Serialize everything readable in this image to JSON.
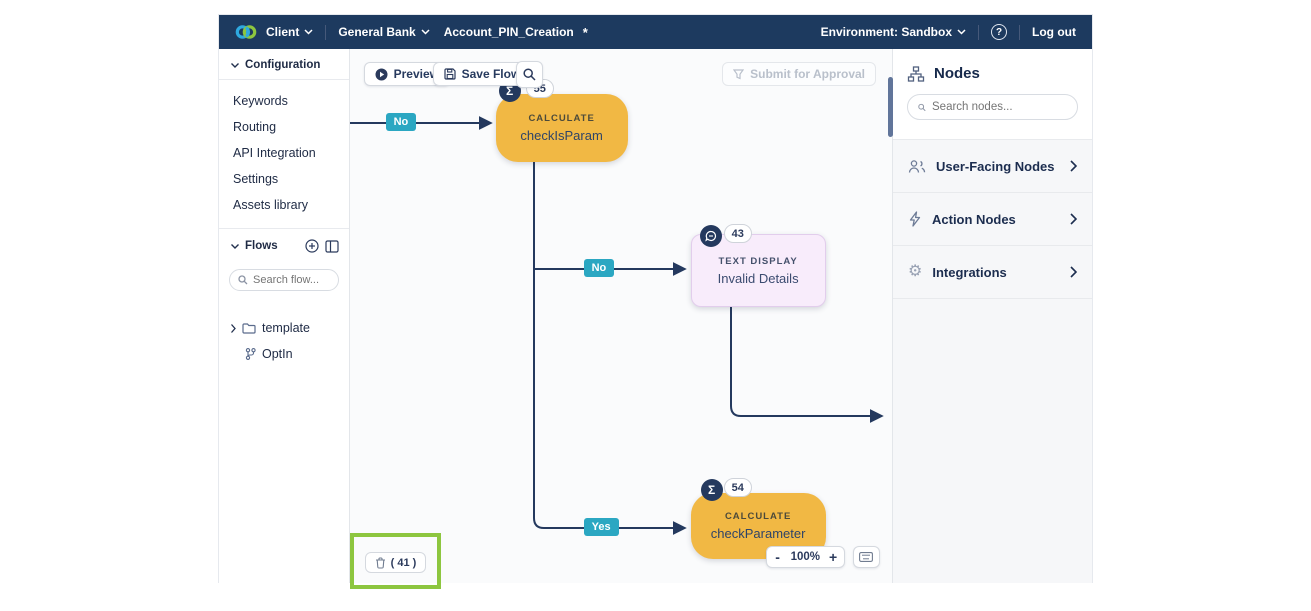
{
  "navbar": {
    "client": "Client",
    "workspace": "General Bank",
    "flow_name": "Account_PIN_Creation",
    "unsaved": "*",
    "environment": "Environment: Sandbox",
    "help": "?",
    "logout": "Log out"
  },
  "sidebar": {
    "config_title": "Configuration",
    "config_items": [
      "Keywords",
      "Routing",
      "API Integration",
      "Settings",
      "Assets library"
    ],
    "flows_title": "Flows",
    "search_placeholder": "Search flow...",
    "folder_label": "template",
    "flow_label": "OptIn"
  },
  "canvas": {
    "toolbar": {
      "preview": "Preview",
      "save": "Save Flow",
      "submit": "Submit for Approval"
    },
    "edge_labels": [
      "No",
      "No",
      "Yes"
    ],
    "nodes": [
      {
        "type": "CALCULATE",
        "title": "checkIsParam",
        "count": "55",
        "badge": "Σ"
      },
      {
        "type": "TEXT DISPLAY",
        "title": "Invalid Details",
        "count": "43",
        "badge": "chat-bubble"
      },
      {
        "type": "CALCULATE",
        "title": "checkParameter",
        "count": "54",
        "badge": "Σ"
      }
    ],
    "footer": {
      "trash_count": "( 41 )",
      "zoom_out": "-",
      "zoom_level": "100%",
      "zoom_in": "+"
    }
  },
  "nodes_panel": {
    "title": "Nodes",
    "search_placeholder": "Search nodes...",
    "sections": [
      {
        "label": "User-Facing Nodes"
      },
      {
        "label": "Action Nodes"
      },
      {
        "label": "Integrations"
      }
    ]
  },
  "icons": {
    "gear": "⚙"
  },
  "colors": {
    "navbar_bg": "#1d3a5f",
    "edge": "#24395e",
    "edge_label_bg": "#2ba7c2",
    "calc_node_bg": "#f1b844",
    "text_node_bg": "#f8ecfb",
    "badge_bg": "#24395e",
    "highlight": "#8dc63f"
  }
}
